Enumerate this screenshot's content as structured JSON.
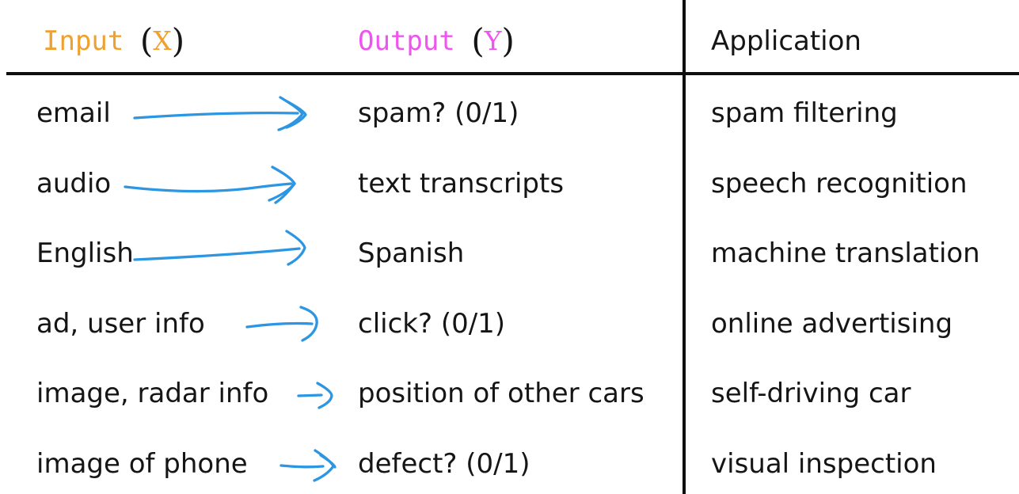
{
  "table": {
    "headers": {
      "input_word": "Input",
      "input_symbol": "X",
      "output_word": "Output",
      "output_symbol": "Y",
      "application": "Application",
      "paren_open": "(",
      "paren_close": ")"
    },
    "rows": [
      {
        "input": "email",
        "output": "spam? (0/1)",
        "application": "spam filtering"
      },
      {
        "input": "audio",
        "output": "text transcripts",
        "application": "speech recognition"
      },
      {
        "input": "English",
        "output": "Spanish",
        "application": "machine translation"
      },
      {
        "input": "ad, user info",
        "output": "click? (0/1)",
        "application": "online advertising"
      },
      {
        "input": "image, radar info",
        "output": "position of other cars",
        "application": "self-driving car"
      },
      {
        "input": "image of phone",
        "output": "defect? (0/1)",
        "application": "visual inspection"
      }
    ]
  },
  "icons": {
    "arrow_right_icon": "→"
  },
  "colors": {
    "input_accent": "#f0a02f",
    "output_accent": "#ee55ee",
    "arrow_blue": "#2d96e2",
    "rule_black": "#0e0e0e",
    "text_black": "#151515",
    "background": "#ffffff"
  }
}
